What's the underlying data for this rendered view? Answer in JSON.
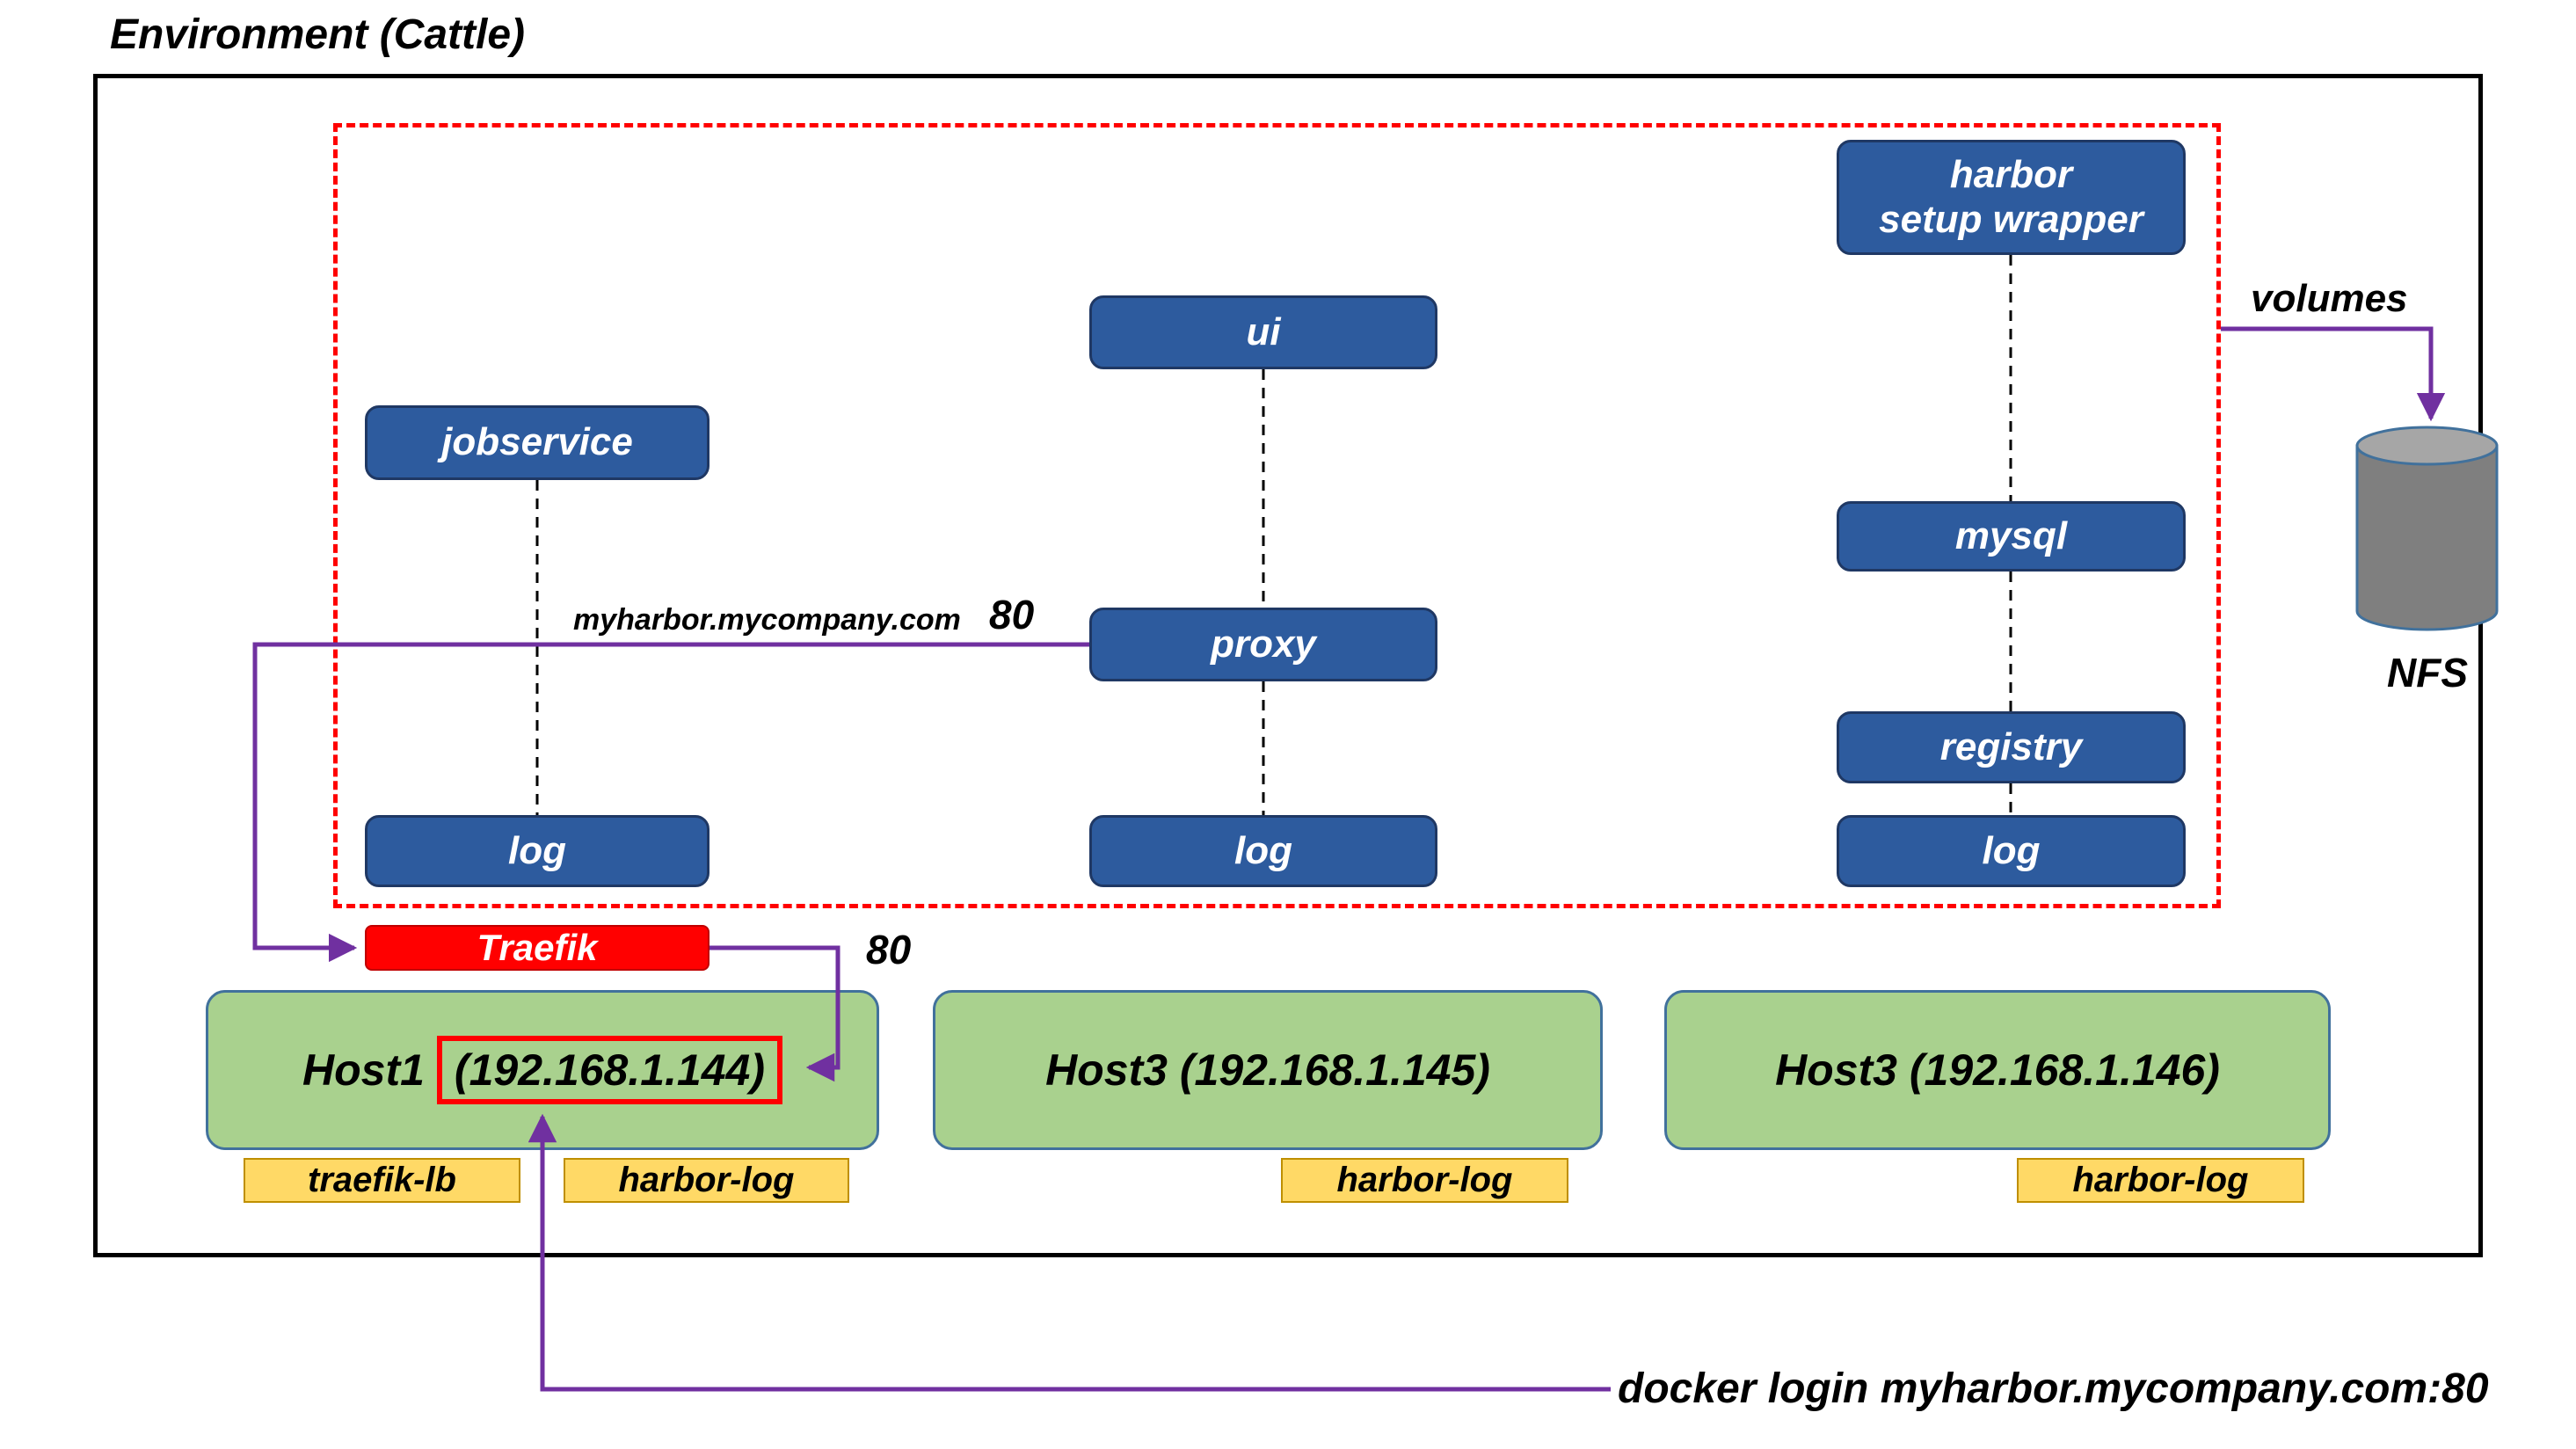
{
  "title": "Environment (Cattle)",
  "services": {
    "harbor_setup_wrapper_line1": "harbor",
    "harbor_setup_wrapper_line2": "setup wrapper",
    "ui": "ui",
    "jobservice": "jobservice",
    "mysql": "mysql",
    "proxy": "proxy",
    "registry": "registry",
    "log_left": "log",
    "log_center": "log",
    "log_right": "log"
  },
  "edges": {
    "volumes_label": "volumes",
    "proxy_route_domain": "myharbor.mycompany.com",
    "proxy_route_port": "80",
    "traefik_port": "80",
    "docker_login": "docker login myharbor.mycompany.com:80"
  },
  "storage": {
    "nfs_label": "NFS"
  },
  "loadbalancer": {
    "traefik": "Traefik"
  },
  "hosts": {
    "host1_name": "Host1",
    "host1_ip": "(192.168.1.144)",
    "host2_label": "Host3 (192.168.1.145)",
    "host3_label": "Host3 (192.168.1.146)"
  },
  "tags": {
    "traefik_lb": "traefik-lb",
    "harbor_log_1": "harbor-log",
    "harbor_log_2": "harbor-log",
    "harbor_log_3": "harbor-log"
  },
  "colors": {
    "service_fill": "#2d5b9e",
    "service_border": "#1f3864",
    "boundary_red": "#ff0000",
    "arrow_purple": "#7030a0",
    "host_fill": "#a9d18e",
    "tag_fill": "#ffd966",
    "tag_border": "#bf8f00",
    "traefik_fill": "#ff0000",
    "cylinder_fill": "#7f7f7f",
    "cylinder_top": "#a6a6a6"
  }
}
